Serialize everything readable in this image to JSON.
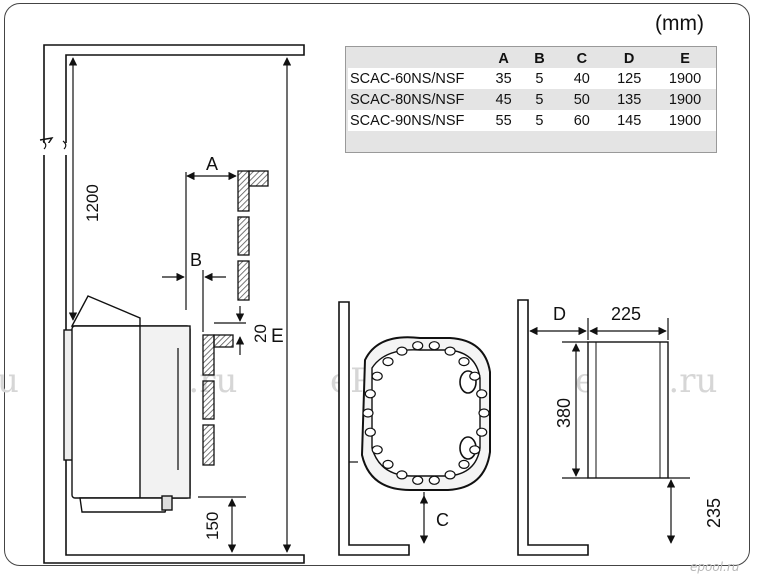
{
  "unit": "(mm)",
  "table": {
    "columns": [
      "A",
      "B",
      "C",
      "D",
      "E"
    ],
    "rows": [
      {
        "model": "SCAC-60NS/NSF",
        "values": [
          "35",
          "5",
          "40",
          "125",
          "1900"
        ]
      },
      {
        "model": "SCAC-80NS/NSF",
        "values": [
          "45",
          "5",
          "50",
          "135",
          "1900"
        ]
      },
      {
        "model": "SCAC-90NS/NSF",
        "values": [
          "55",
          "5",
          "60",
          "145",
          "1900"
        ]
      }
    ]
  },
  "labels": {
    "a": "A",
    "b": "B",
    "c": "C",
    "d": "D",
    "e": "E",
    "dim_1200": "1200",
    "dim_20": "20",
    "dim_150": "150",
    "dim_225": "225",
    "dim_380": "380",
    "dim_235": "235"
  },
  "watermarks": {
    "main": "ePool.ru",
    "fragment": "u",
    "logo": "epool.ru"
  }
}
